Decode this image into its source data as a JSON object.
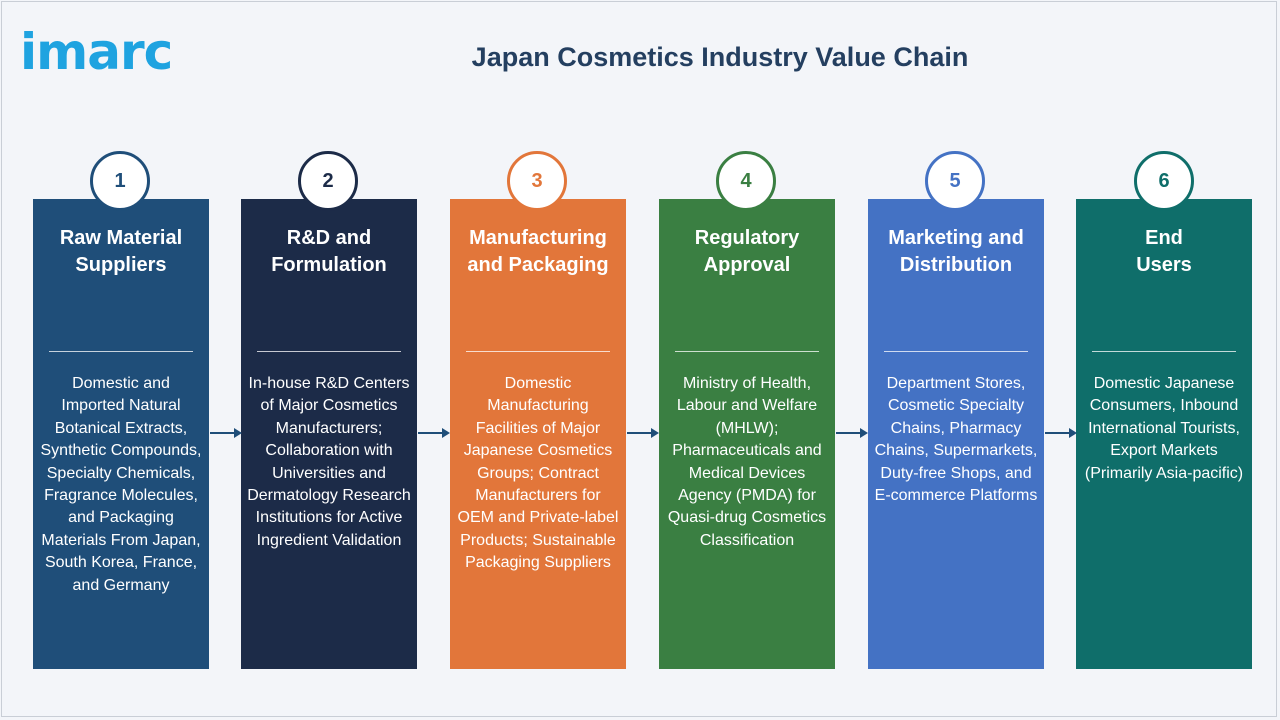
{
  "brand": {
    "logo_text": "imarc",
    "logo_color": "#1fa3e0"
  },
  "title": "Japan Cosmetics Industry Value Chain",
  "stages": [
    {
      "number": "1",
      "title_line1": "Raw Material",
      "title_line2": "Suppliers",
      "description": "Domestic and Imported Natural Botanical Extracts, Synthetic Compounds, Specialty Chemicals, Fragrance Molecules, and Packaging Materials From Japan, South Korea, France, and Germany",
      "color": "#1f4e79"
    },
    {
      "number": "2",
      "title_line1": "R&D and",
      "title_line2": "Formulation",
      "description": "In-house R&D Centers of Major Cosmetics Manufacturers; Collaboration with Universities and Dermatology Research Institutions for Active Ingredient Validation",
      "color": "#1c2b48"
    },
    {
      "number": "3",
      "title_line1": "Manufacturing",
      "title_line2": "and Packaging",
      "description": "Domestic Manufacturing Facilities of Major Japanese Cosmetics Groups; Contract Manufacturers for OEM and Private-label Products; Sustainable Packaging Suppliers",
      "color": "#e2763a"
    },
    {
      "number": "4",
      "title_line1": "Regulatory",
      "title_line2": "Approval",
      "description": "Ministry of Health, Labour and Welfare (MHLW); Pharmaceuticals and Medical Devices Agency (PMDA) for Quasi-drug Cosmetics Classification",
      "color": "#3a7f42"
    },
    {
      "number": "5",
      "title_line1": "Marketing and",
      "title_line2": "Distribution",
      "description": "Department Stores, Cosmetic Specialty Chains, Pharmacy Chains, Supermarkets, Duty-free Shops, and E-commerce Platforms",
      "color": "#4472c4"
    },
    {
      "number": "6",
      "title_line1": "End",
      "title_line2": "Users",
      "description": "Domestic Japanese Consumers, Inbound International Tourists, Export Markets (Primarily Asia-pacific)",
      "color": "#0f6e6a"
    }
  ]
}
